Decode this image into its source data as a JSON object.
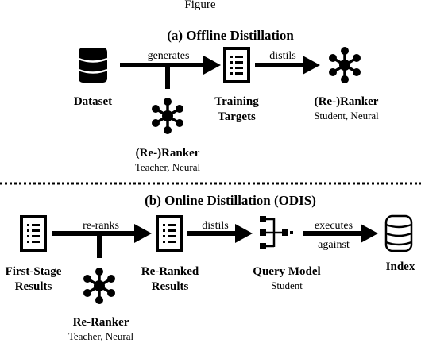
{
  "header_fragment": "Figure",
  "offline": {
    "title": "(a) Offline Distillation",
    "dataset": "Dataset",
    "generates": "generates",
    "distils": "distils",
    "targets_line1": "Training",
    "targets_line2": "Targets",
    "student_title": "(Re-)Ranker",
    "student_sub": "Student, Neural",
    "teacher_title": "(Re-)Ranker",
    "teacher_sub": "Teacher, Neural"
  },
  "online": {
    "title": "(b) Online Distillation (ODIS)",
    "first_line1": "First-Stage",
    "first_line2": "Results",
    "reranks": "re-ranks",
    "reranked_line1": "Re-Ranked",
    "reranked_line2": "Results",
    "distils": "distils",
    "query_title": "Query Model",
    "query_sub": "Student",
    "executes": "executes",
    "against": "against",
    "index": "Index",
    "teacher_title": "Re-Ranker",
    "teacher_sub": "Teacher, Neural"
  }
}
